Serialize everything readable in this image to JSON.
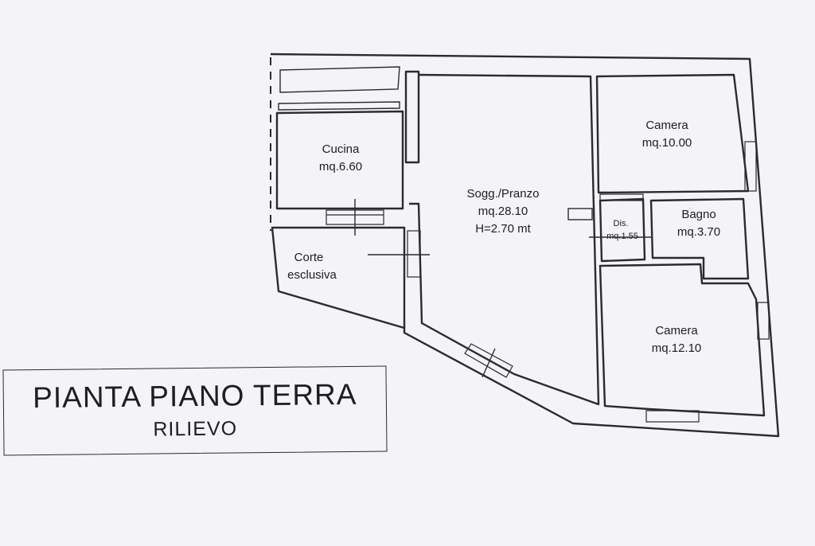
{
  "plan": {
    "title": "PIANTA PIANO TERRA",
    "subtitle": "RILIEVO"
  },
  "rooms": {
    "cucina": {
      "name": "Cucina",
      "area": "mq.6.60"
    },
    "soggiorno": {
      "name": "Sogg./Pranzo",
      "area": "mq.28.10",
      "height": "H=2.70 mt"
    },
    "camera_top": {
      "name": "Camera",
      "area": "mq.10.00"
    },
    "dis": {
      "name": "Dis.",
      "area": "mq.1.55"
    },
    "bagno": {
      "name": "Bagno",
      "area": "mq.3.70"
    },
    "camera_bottom": {
      "name": "Camera",
      "area": "mq.12.10"
    },
    "corte": {
      "name": "Corte",
      "name_line2": "esclusiva"
    }
  }
}
